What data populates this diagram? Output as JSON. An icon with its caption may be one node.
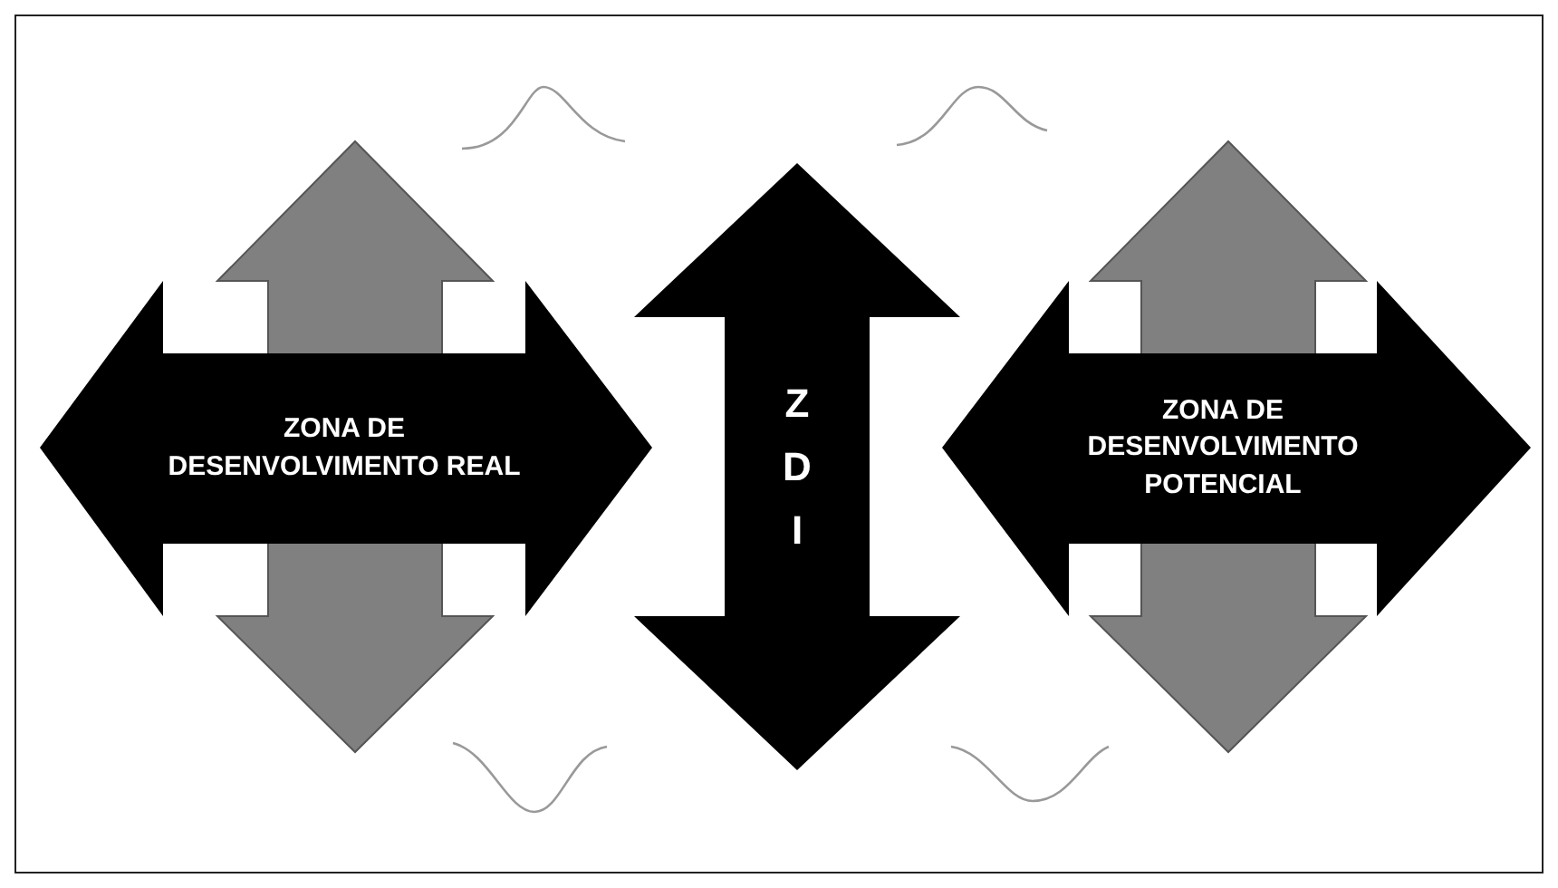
{
  "diagram": {
    "nodes": [
      {
        "text": [
          "ZONA DE DESENVOLVIMENTO REAL"
        ]
      },
      {
        "text": [
          "Z D I"
        ]
      },
      {
        "text": [
          "ZONA DE DESENVOLVIMENTO POTENCIAL"
        ]
      }
    ],
    "edges": []
  }
}
